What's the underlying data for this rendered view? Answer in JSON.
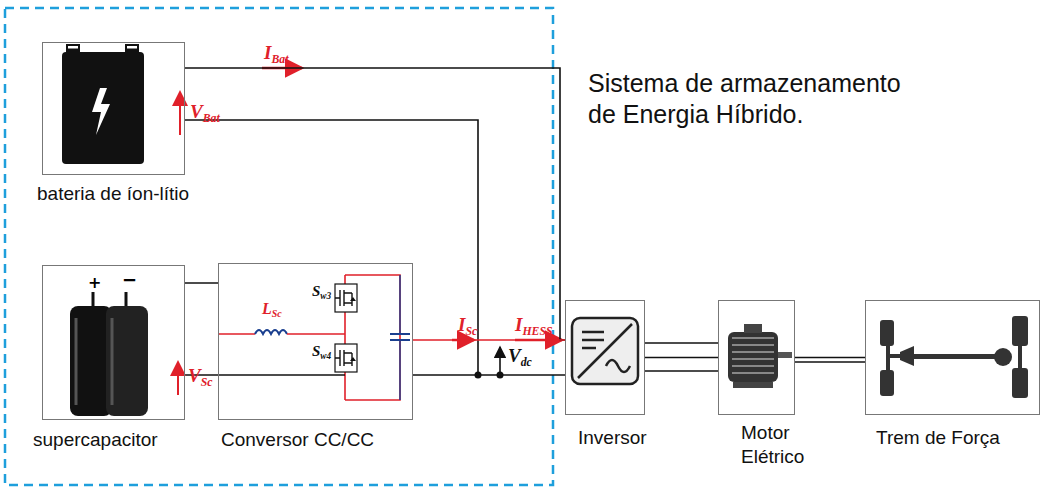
{
  "diagram": {
    "title": "Sistema de armazenamento de Energia Híbrido.",
    "nodes": [
      {
        "text": [
          "bateria de íon-lítio"
        ]
      },
      {
        "text": [
          "supercapacitor"
        ]
      },
      {
        "text": [
          "Conversor CC/CC"
        ]
      },
      {
        "text": [
          "Inversor"
        ]
      },
      {
        "text": [
          "Motor Elétrico"
        ]
      },
      {
        "text": [
          "Trem de Força"
        ]
      }
    ],
    "edges": [
      {
        "from": 0,
        "to": 3,
        "arrow": "none"
      },
      {
        "from": 1,
        "to": 2,
        "arrow": "none"
      },
      {
        "from": 2,
        "to": 3,
        "arrow": "none"
      },
      {
        "from": 3,
        "to": 4,
        "arrow": "none"
      },
      {
        "from": 4,
        "to": 5,
        "arrow": "none"
      }
    ],
    "labels": [
      "IBat",
      "VBat",
      "VSc",
      "LSc",
      "Sw3",
      "Sw4",
      "ISc",
      "IHESS",
      "Vdc"
    ]
  }
}
